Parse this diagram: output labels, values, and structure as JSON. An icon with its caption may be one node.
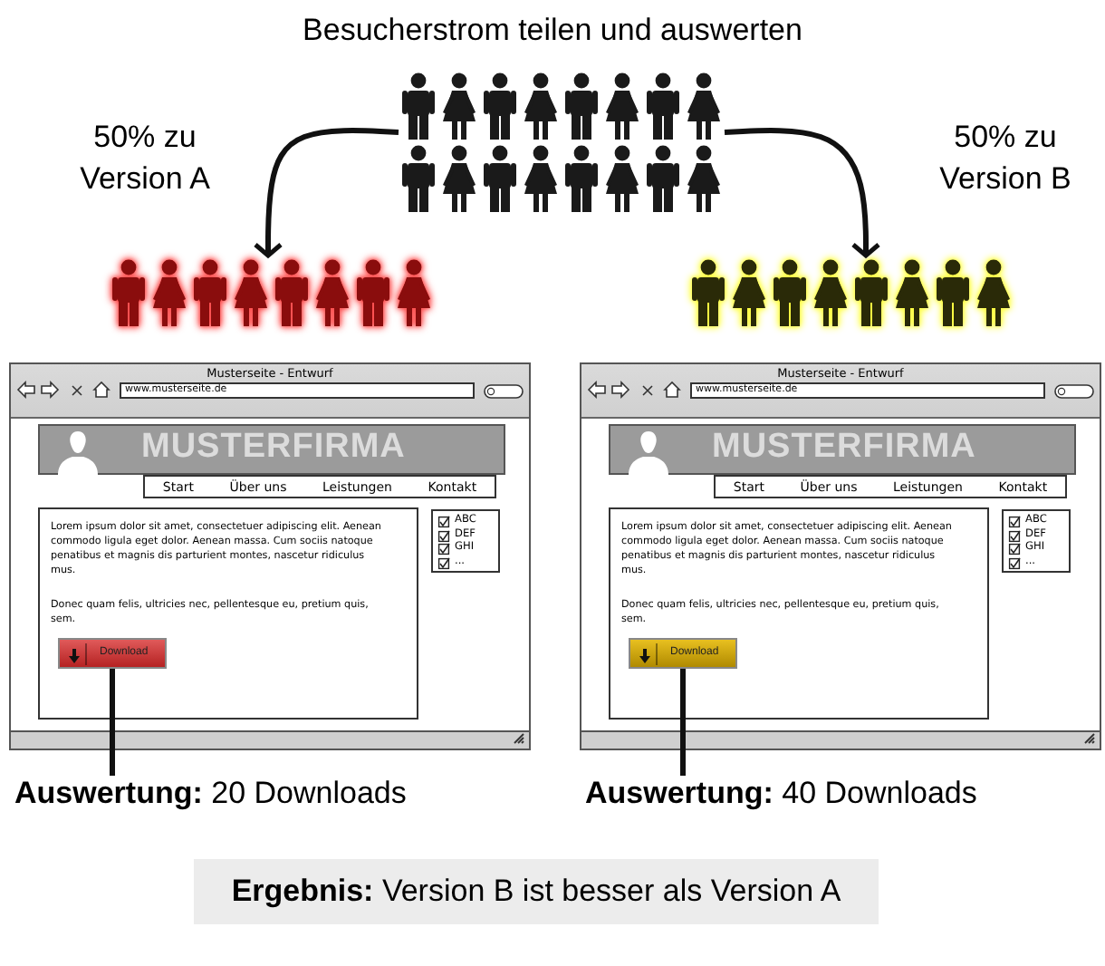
{
  "diagram": {
    "title": "Besucherstrom teilen und auswerten",
    "nodes": [
      {
        "text": [],
        "shape": "person"
      },
      {
        "text": [],
        "shape": "person"
      },
      {
        "text": [],
        "shape": "person"
      },
      {
        "text": [
          "Musterseite - Entwurf"
        ]
      },
      {
        "text": [
          "www.musterseite.de"
        ],
        "in": 3
      },
      {
        "text": [
          "MUSTERFIRMA"
        ],
        "in": 3
      },
      {
        "text": [
          "Start",
          "Über uns",
          "Leistungen",
          "Kontakt"
        ],
        "in": 3
      },
      {
        "text": [
          "Lorem ipsum dolor sit amet, consectetuer adipiscing elit. Aenean commodo ligula eget dolor. Aenean massa. Cum sociis natoque penatibus et magnis dis parturient montes, nascetur ridiculus mus.",
          "Donec quam felis, ultricies nec, pellentesque eu, pretium quis, sem."
        ],
        "in": 3
      },
      {
        "text": [
          "Download"
        ],
        "in": 7
      },
      {
        "text": [
          "ABC",
          "DEF",
          "GHI",
          "..."
        ],
        "in": 3
      },
      {
        "text": [
          "**Auswertung:** 20 Downloads"
        ]
      },
      {
        "text": [
          "Musterseite - Entwurf"
        ]
      },
      {
        "text": [
          "www.musterseite.de"
        ],
        "in": 11
      },
      {
        "text": [
          "MUSTERFIRMA"
        ],
        "in": 11
      },
      {
        "text": [
          "Start",
          "Über uns",
          "Leistungen",
          "Kontakt"
        ],
        "in": 11
      },
      {
        "text": [
          "Lorem ipsum dolor sit amet, consectetuer adipiscing elit. Aenean commodo ligula eget dolor. Aenean massa. Cum sociis natoque penatibus et magnis dis parturient montes, nascetur ridiculus mus.",
          "Donec quam felis, ultricies nec, pellentesque eu, pretium quis, sem."
        ],
        "in": 11
      },
      {
        "text": [
          "Download"
        ],
        "in": 15
      },
      {
        "text": [
          "ABC",
          "DEF",
          "GHI",
          "..."
        ],
        "in": 11
      },
      {
        "text": [
          "**Auswertung:** 40 Downloads"
        ]
      },
      {
        "text": [
          "**Ergebnis:** Version B ist besser als Version A"
        ]
      }
    ],
    "edges": [
      {
        "from": 0,
        "to": 1,
        "arrow": "to",
        "label": "50% zu Version A"
      },
      {
        "from": 0,
        "to": 2,
        "arrow": "to",
        "label": "50% zu Version B"
      },
      {
        "from": 8,
        "to": 10,
        "arrow": "none"
      },
      {
        "from": 16,
        "to": 18,
        "arrow": "none"
      }
    ]
  }
}
